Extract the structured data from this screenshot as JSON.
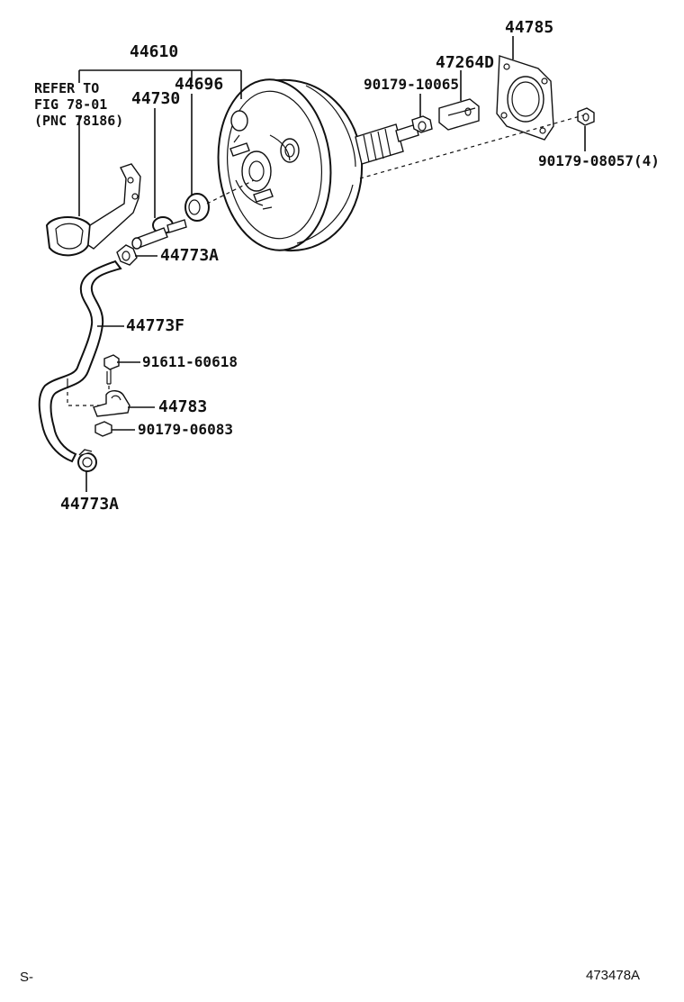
{
  "refer_note": {
    "line1": "REFER TO",
    "line2": "FIG 78-01",
    "line3": "(PNC 78186)"
  },
  "callouts": {
    "p44610": "44610",
    "p44730": "44730",
    "p44696": "44696",
    "p47264D": "47264D",
    "p44785": "44785",
    "p90179_10065": "90179-10065",
    "p90179_08057": "90179-08057(4)",
    "p44773A_upper": "44773A",
    "p44773F": "44773F",
    "p91611_60618": "91611-60618",
    "p44783": "44783",
    "p90179_06083": "90179-06083",
    "p44773A_lower": "44773A"
  },
  "footer": {
    "left": "S-",
    "right": "473478A"
  }
}
